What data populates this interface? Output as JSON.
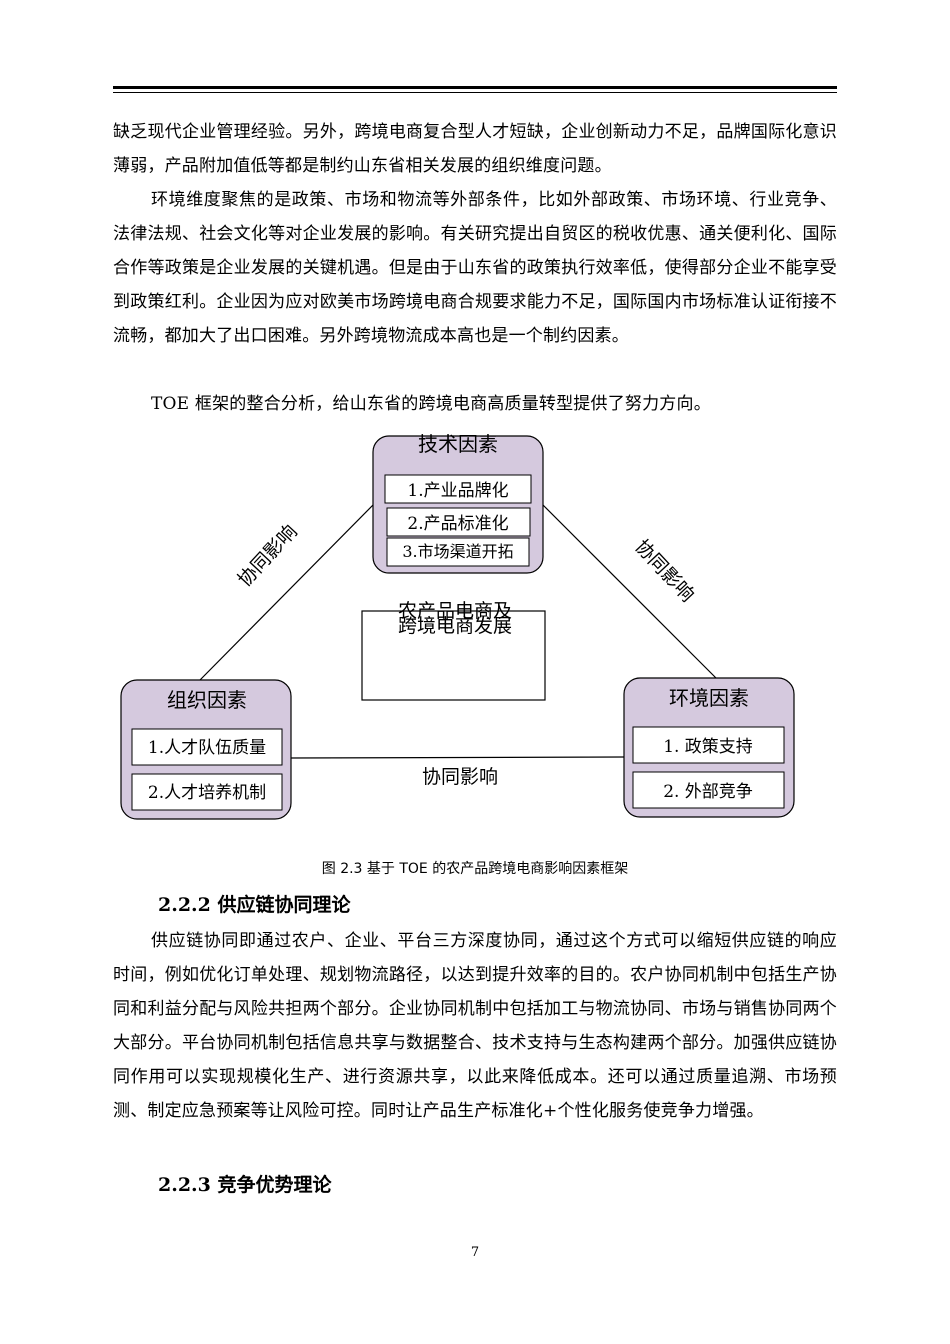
{
  "paragraphs": {
    "p1": "缺乏现代企业管理经验。另外，跨境电商复合型人才短缺，企业创新动力不足，品牌国际化意识薄弱，产品附加值低等都是制约山东省相关发展的组织维度问题。",
    "p2": "环境维度聚焦的是政策、市场和物流等外部条件，比如外部政策、市场环境、行业竞争、法律法规、社会文化等对企业发展的影响。有关研究提出自贸区的税收优惠、通关便利化、国际合作等政策是企业发展的关键机遇。但是由于山东省的政策执行效率低，使得部分企业不能享受到政策红利。企业因为应对欧美市场跨境电商合规要求能力不足，国际国内市场标准认证衔接不流畅，都加大了出口困难。另外跨境物流成本高也是一个制约因素。",
    "p3": "TOE 框架的整合分析，给山东省的跨境电商高质量转型提供了努力方向。",
    "p4": "供应链协同即通过农户、企业、平台三方深度协同，通过这个方式可以缩短供应链的响应时间，例如优化订单处理、规划物流路径，以达到提升效率的目的。农户协同机制中包括生产协同和利益分配与风险共担两个部分。企业协同机制中包括加工与物流协同、市场与销售协同两个大部分。平台协同机制包括信息共享与数据整合、技术支持与生态构建两个部分。加强供应链协同作用可以实现规模化生产、进行资源共享，以此来降低成本。还可以通过质量追溯、市场预测、制定应急预案等让风险可控。同时让产品生产标准化+个性化服务使竞争力增强。"
  },
  "headings": {
    "h222": "2.2.2 供应链协同理论",
    "h223": "2.2.3 竞争优势理论"
  },
  "diagram": {
    "tech": {
      "title": "技术因素",
      "items": [
        "1.产业品牌化",
        "2.产品标准化",
        "3.市场渠道开拓"
      ]
    },
    "org": {
      "title": "组织因素",
      "items": [
        "1.人才队伍质量",
        "2.人才培养机制"
      ]
    },
    "env": {
      "title": "环境因素",
      "items": [
        "1. 政策支持",
        "2. 外部竞争"
      ]
    },
    "center": {
      "line1": "农产品电商及",
      "line2": "跨境电商发展"
    },
    "edge_left": "协同影响",
    "edge_right": "协同影响",
    "edge_bottom": "协同影响",
    "box_fill": "#d5c9de",
    "inner_fill": "#ffffff"
  },
  "caption": "图 2.3 基于 TOE 的农产品跨境电商影响因素框架",
  "page_number": "7"
}
